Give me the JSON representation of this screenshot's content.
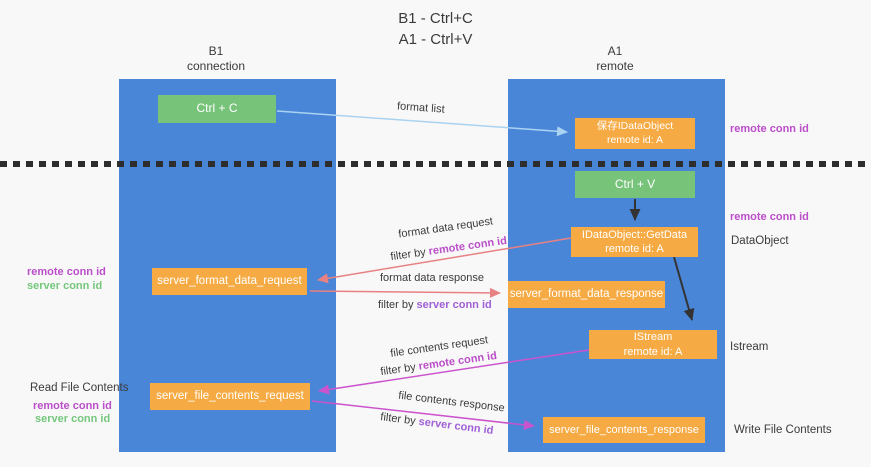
{
  "title": {
    "line1": "B1 - Ctrl+C",
    "line2": "A1 - Ctrl+V"
  },
  "lanes": {
    "left": {
      "name": "B1",
      "subtitle": "connection"
    },
    "right": {
      "name": "A1",
      "subtitle": "remote"
    }
  },
  "nodes": {
    "ctrl_c": {
      "label": "Ctrl + C"
    },
    "save_idataobject": {
      "line1": "保存IDataObject",
      "line2": "remote id: A"
    },
    "ctrl_v": {
      "label": "Ctrl + V"
    },
    "getdata": {
      "line1": "IDataObject::GetData",
      "line2": "remote id: A"
    },
    "server_format_data_request": {
      "label": "server_format_data_request"
    },
    "server_format_data_response": {
      "label": "server_format_data_response"
    },
    "istream": {
      "line1": "IStream",
      "line2": "remote id: A"
    },
    "server_file_contents_request": {
      "label": "server_file_contents_request"
    },
    "server_file_contents_response": {
      "label": "server_file_contents_response"
    }
  },
  "arrows": {
    "format_list": {
      "label": "format list"
    },
    "format_data_request": {
      "label": "format data request",
      "filter_prefix": "filter by",
      "filter_key": "remote conn id"
    },
    "format_data_response": {
      "label": "format data response",
      "filter_prefix": "filter by",
      "filter_key": "server conn id"
    },
    "file_contents_request": {
      "label": "file contents request",
      "filter_prefix": "filter by",
      "filter_key": "remote conn id"
    },
    "file_contents_response": {
      "label": "file contents response",
      "filter_prefix": "filter by",
      "filter_key": "server conn id"
    }
  },
  "annotations": {
    "right_top_remote_conn_id": "remote conn id",
    "right_mid_remote_conn_id": "remote conn id",
    "right_dataobject": "DataObject",
    "right_istream": "Istream",
    "right_write_file_contents": "Write File Contents",
    "left_mid_remote_conn_id": "remote conn id",
    "left_mid_server_conn_id": "server conn id",
    "left_read_file_contents": "Read File Contents",
    "left_bottom_remote_conn_id": "remote conn id",
    "left_bottom_server_conn_id": "server conn id"
  },
  "colors": {
    "bg": "#f8f8f9",
    "column_blue": "#4a86d8",
    "box_green": "#77c37a",
    "box_orange": "#f6aa43",
    "text_dark": "#3b3b3b",
    "text_magenta": "#bb4ec9",
    "text_green": "#74c77c",
    "text_purple": "#a060d6",
    "arrow_salmon": "#e88181",
    "arrow_magenta": "#cb54cd",
    "arrow_lightblue": "#a9d3f1",
    "arrow_black": "#333333",
    "dash_black": "#2d2d2d"
  }
}
